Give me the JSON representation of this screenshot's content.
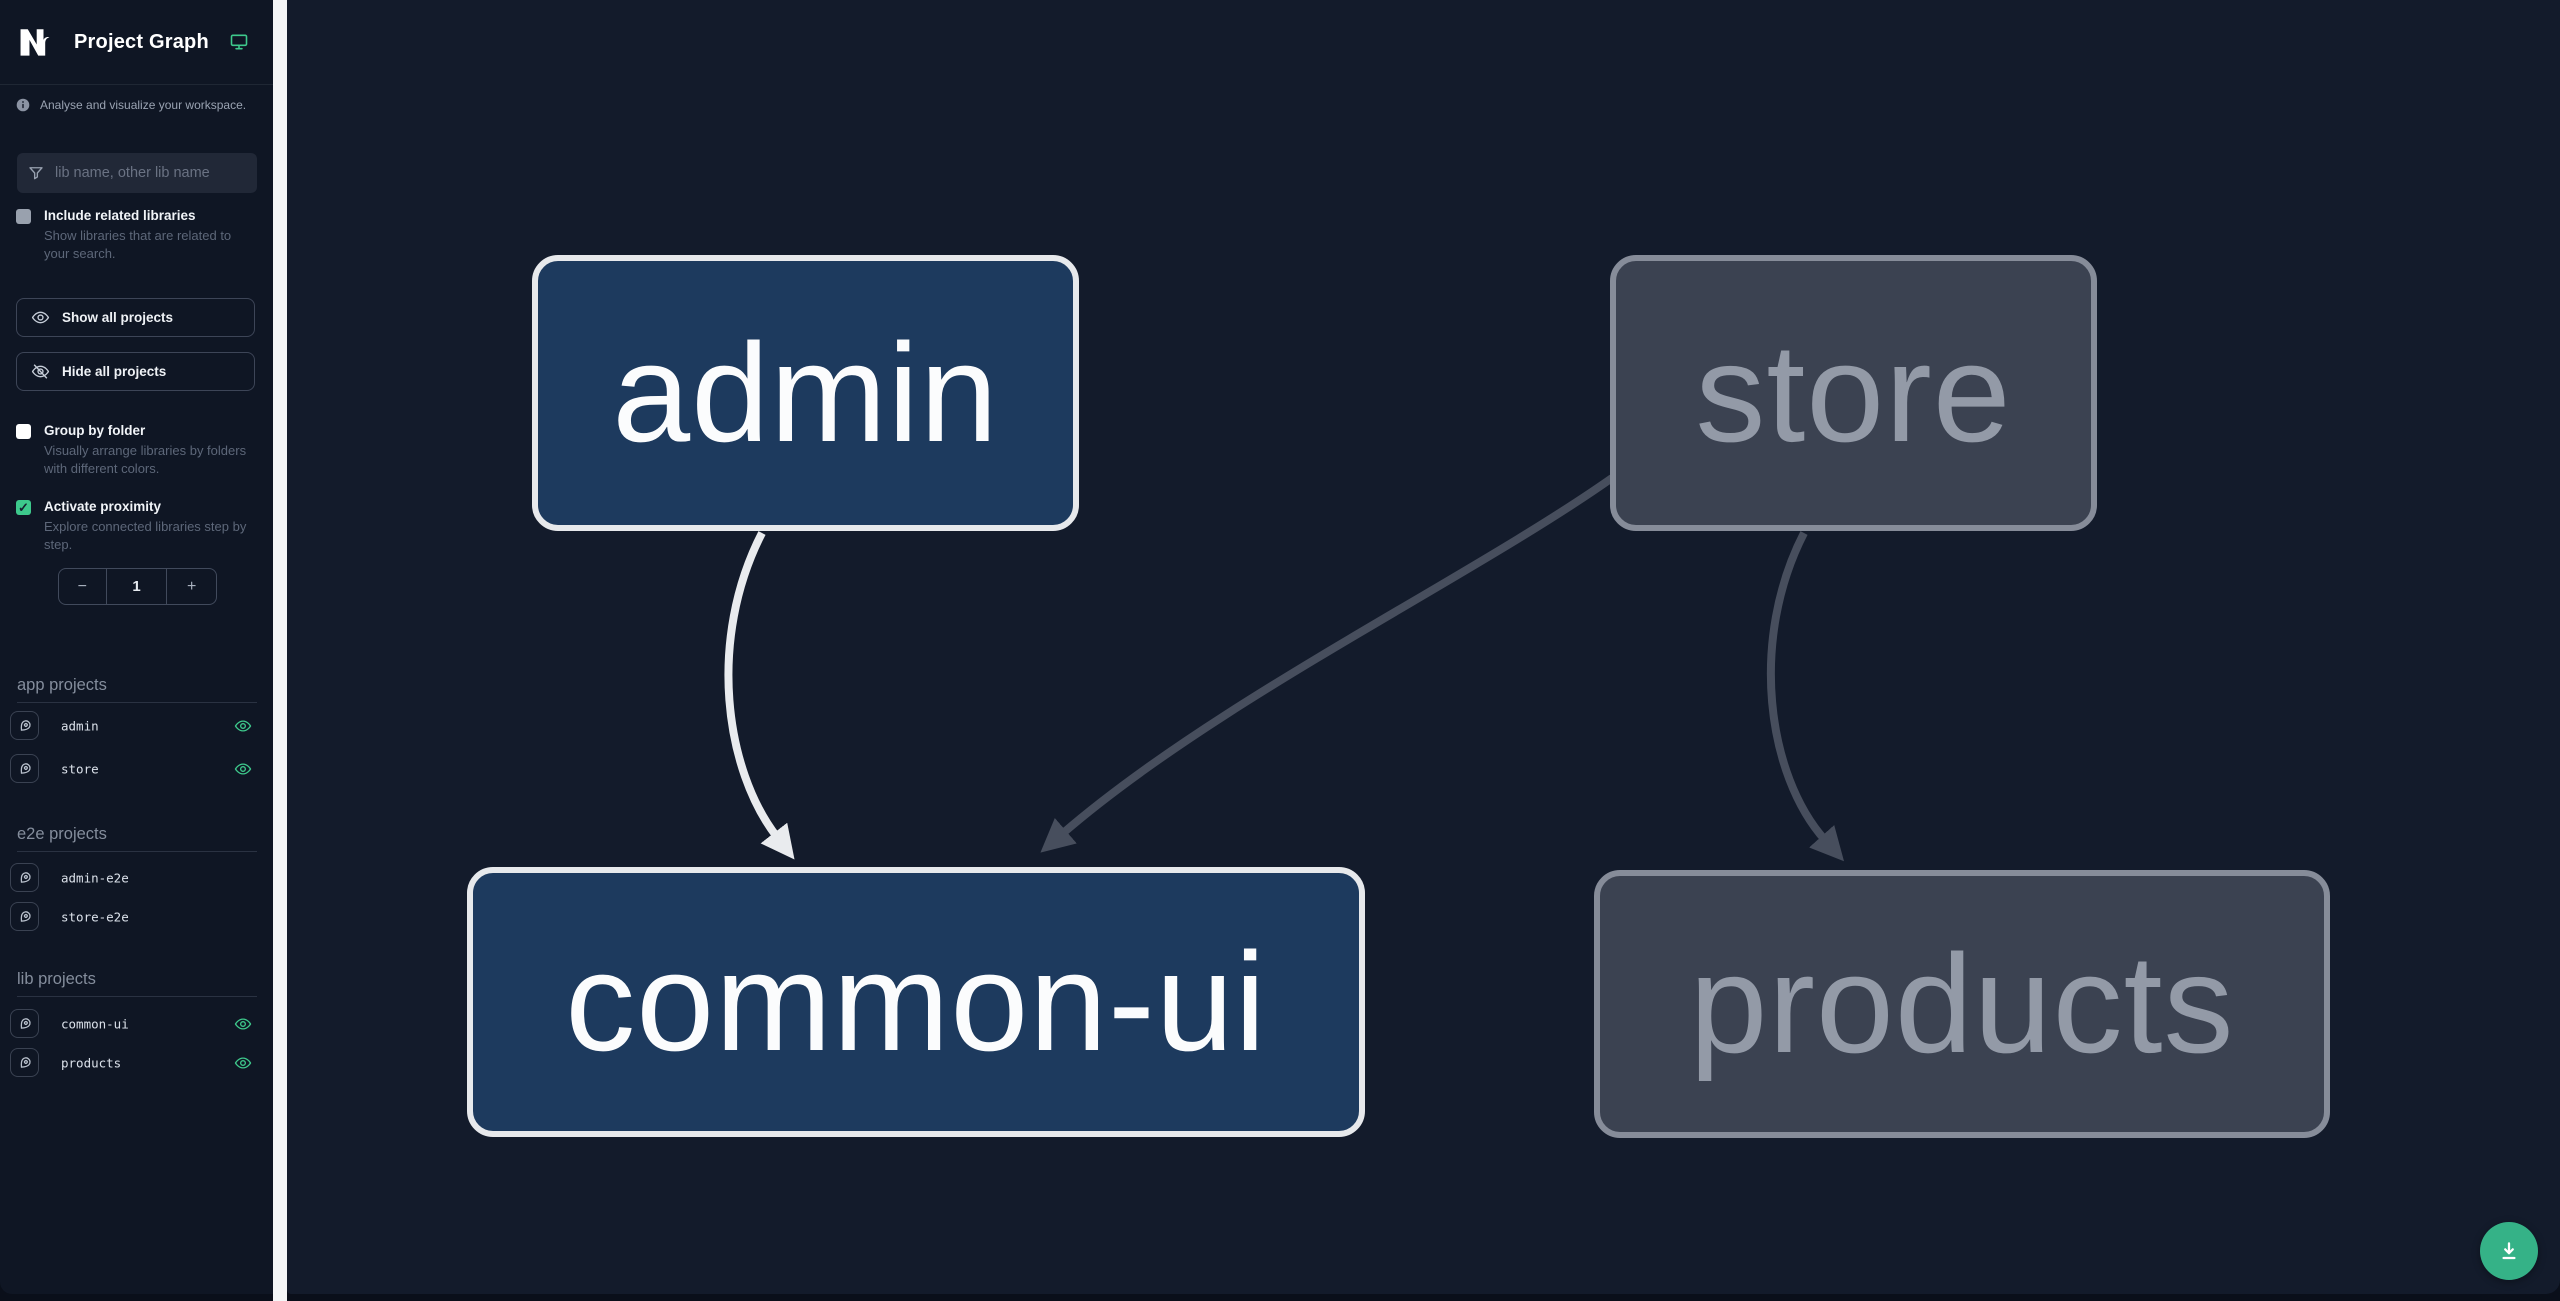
{
  "header": {
    "title": "Project Graph",
    "logo_icon": "nx-logo",
    "monitor_icon": "computer-desktop-icon"
  },
  "intro": {
    "text": "Analyse and visualize your workspace.",
    "icon": "info-circle-icon"
  },
  "search": {
    "placeholder": "lib name, other lib name",
    "value": "",
    "icon": "filter-funnel-icon"
  },
  "controls": {
    "include_related": {
      "label": "Include related libraries",
      "description": "Show libraries that are related to your search.",
      "checked": false
    },
    "show_all_label": "Show all projects",
    "hide_all_label": "Hide all projects",
    "group_by_folder": {
      "label": "Group by folder",
      "description": "Visually arrange libraries by folders with different colors.",
      "checked": false
    },
    "activate_proximity": {
      "label": "Activate proximity",
      "description": "Explore connected libraries step by step.",
      "checked": true
    },
    "proximity_stepper": {
      "decrement": "−",
      "value": "1",
      "increment": "+"
    }
  },
  "sections": [
    {
      "title": "app projects",
      "items": [
        {
          "name": "admin",
          "visible": true
        },
        {
          "name": "store",
          "visible": true
        }
      ]
    },
    {
      "title": "e2e projects",
      "items": [
        {
          "name": "admin-e2e",
          "visible": false
        },
        {
          "name": "store-e2e",
          "visible": false
        }
      ]
    },
    {
      "title": "lib projects",
      "items": [
        {
          "name": "common-ui",
          "visible": true
        },
        {
          "name": "products",
          "visible": true
        }
      ]
    }
  ],
  "graph": {
    "nodes": [
      {
        "id": "admin",
        "label": "admin",
        "state": "highlighted"
      },
      {
        "id": "store",
        "label": "store",
        "state": "dimmed"
      },
      {
        "id": "common-ui",
        "label": "common-ui",
        "state": "highlighted"
      },
      {
        "id": "products",
        "label": "products",
        "state": "dimmed"
      }
    ],
    "edges": [
      {
        "from": "admin",
        "to": "common-ui",
        "style": "highlighted"
      },
      {
        "from": "store",
        "to": "common-ui",
        "style": "dimmed"
      },
      {
        "from": "store",
        "to": "products",
        "style": "dimmed"
      }
    ]
  },
  "fab": {
    "icon": "download-icon"
  },
  "icons": {
    "nx-logo": "Nx brand mark",
    "computer-desktop-icon": "monitor",
    "info-circle-icon": "information",
    "filter-funnel-icon": "funnel",
    "eye-icon": "visibility on",
    "eye-off-icon": "visibility off",
    "map-pin-icon": "focus project",
    "download-icon": "save image"
  },
  "colors": {
    "accent": "#3ec98c",
    "fab": "#35b287",
    "sidebar_bg": "#0f1624",
    "canvas_bg": "#131b2b",
    "node_active_bg": "#1d3a5e",
    "node_active_border": "#e7e9ec",
    "node_active_text": "#fbfcfd",
    "node_dim_bg": "#3b4251",
    "node_dim_border": "#868c99",
    "node_dim_text": "#939aa7",
    "edge_active": "#e9ebee",
    "edge_dim": "#474e5d"
  }
}
